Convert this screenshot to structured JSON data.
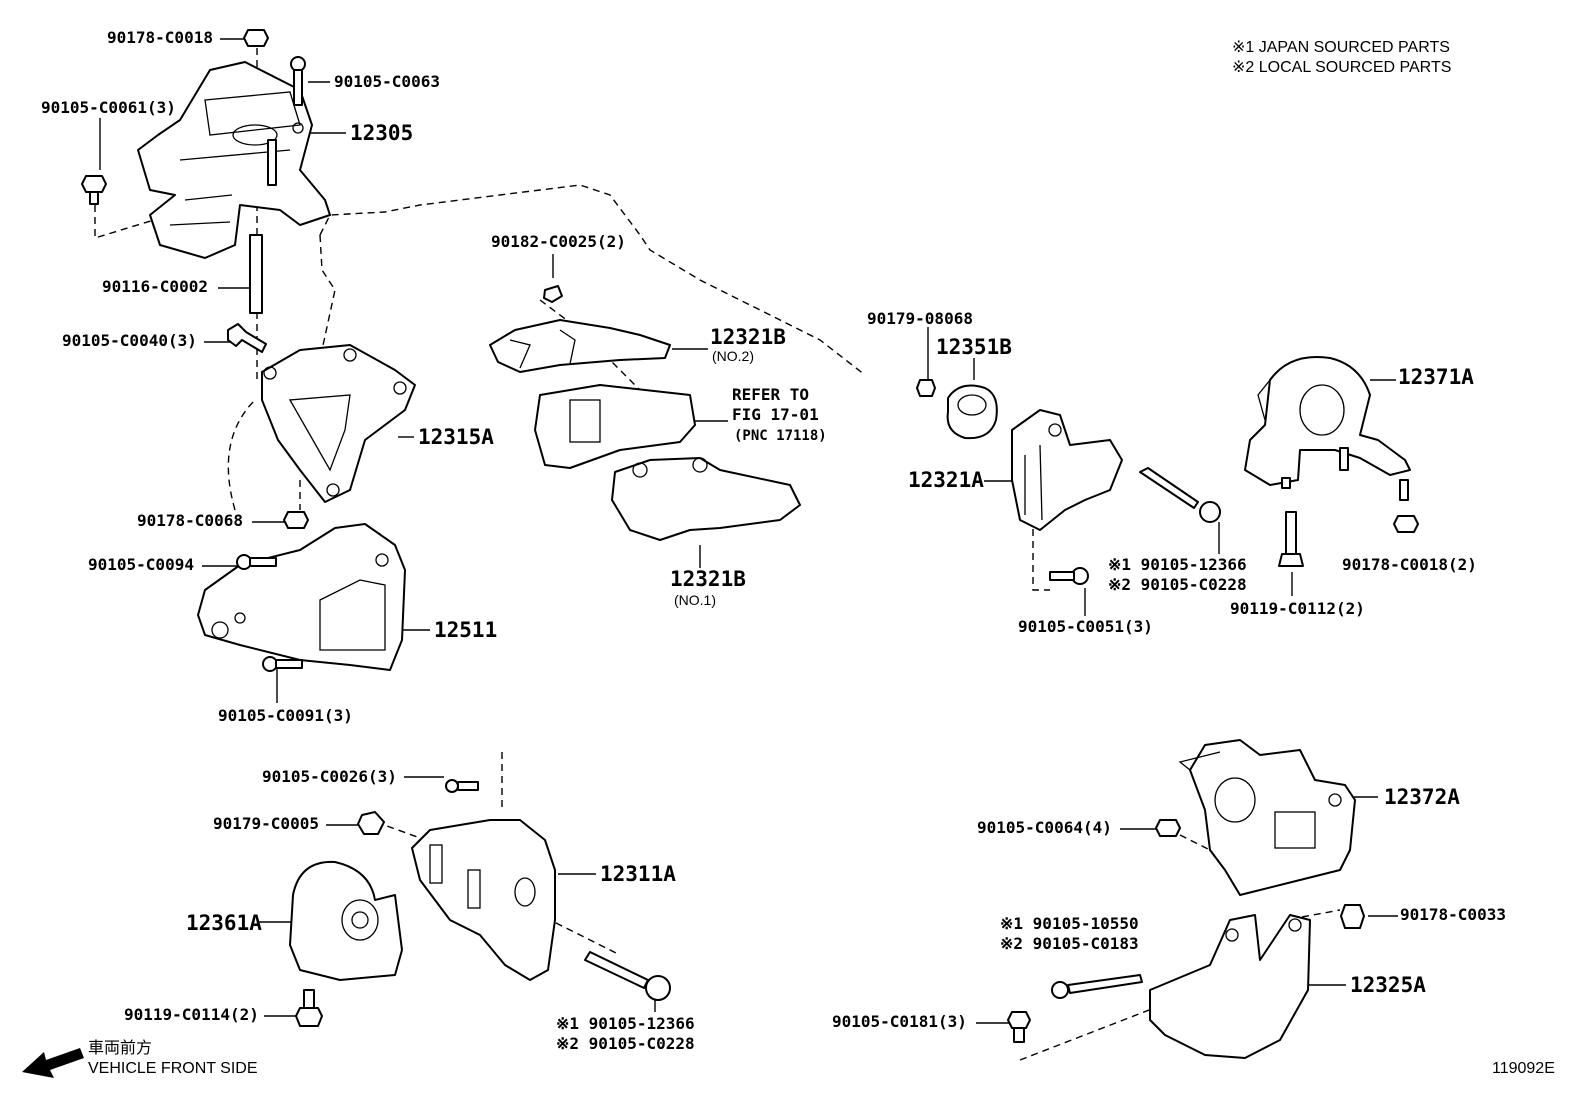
{
  "legend": {
    "line1": "※1 JAPAN SOURCED PARTS",
    "line2": "※2 LOCAL SOURCED PARTS"
  },
  "callouts": {
    "c01": "90178-C0018",
    "c02": "90105-C0063",
    "c03": "90105-C0061(3)",
    "c04": "12305",
    "c05": "90116-C0002",
    "c06": "90105-C0040(3)",
    "c07": "12315A",
    "c08": "90178-C0068",
    "c09": "90105-C0094",
    "c10": "12511",
    "c11": "90105-C0091(3)",
    "c12": "90182-C0025(2)",
    "c13": "12321B",
    "c13s": "(NO.2)",
    "c14": "REFER TO",
    "c15": "FIG 17-01",
    "c16": "(PNC 17118)",
    "c17": "12321B",
    "c17s": "(NO.1)",
    "c18": "90179-08068",
    "c19": "12351B",
    "c20": "12321A",
    "c21a": "※1 90105-12366",
    "c21b": "※2 90105-C0228",
    "c22": "90105-C0051(3)",
    "c23": "12371A",
    "c24": "90119-C0112(2)",
    "c25": "90178-C0018(2)",
    "c26": "90105-C0026(3)",
    "c27": "90179-C0005",
    "c28": "12311A",
    "c29": "12361A",
    "c30": "90119-C0114(2)",
    "c31a": "※1  90105-12366",
    "c31b": "※2  90105-C0228",
    "c32": "12372A",
    "c33": "90105-C0064(4)",
    "c34": "90178-C0033",
    "c35a": "※1 90105-10550",
    "c35b": "※2 90105-C0183",
    "c36": "12325A",
    "c37": "90105-C0181(3)"
  },
  "footer": {
    "jp": "車両前方",
    "front": "VEHICLE FRONT SIDE",
    "code": "119092E"
  },
  "icons": {
    "direction": "arrow-left-down-icon"
  }
}
